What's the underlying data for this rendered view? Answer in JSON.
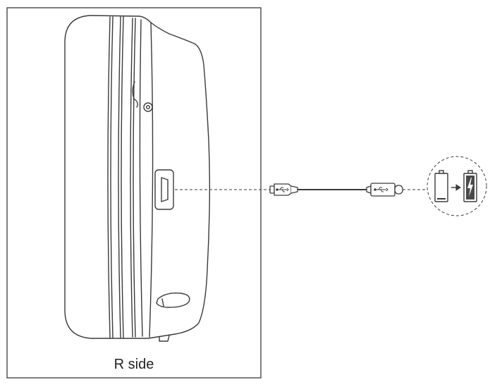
{
  "diagram": {
    "side_label": "R side",
    "icons": [
      "headphone-earcup",
      "micro-usb-port",
      "usb-icon",
      "usb-c-plug",
      "battery-empty-icon",
      "arrow-right-icon",
      "battery-charging-icon"
    ],
    "colors": {
      "line": "#3a3a3a",
      "fill": "#ffffff",
      "battery_charged": "#4a4a4a"
    }
  }
}
